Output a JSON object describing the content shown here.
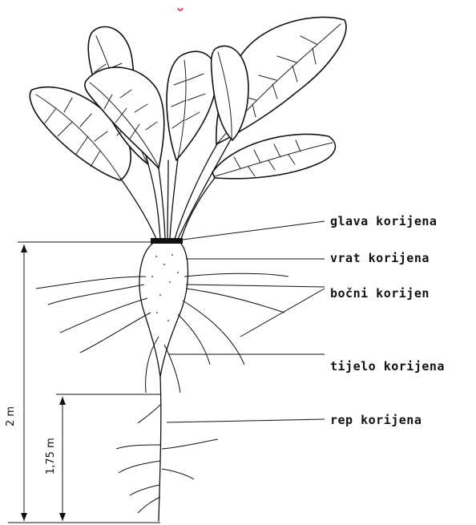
{
  "diagram": {
    "labels": {
      "glava": "glava korijena",
      "vrat": "vrat korijena",
      "bocni": "bočni korijen",
      "tijelo": "tijelo korijena",
      "rep": "rep korijena"
    },
    "dimensions": {
      "total_depth": "2 m",
      "partial_depth": "1,75 m"
    }
  }
}
